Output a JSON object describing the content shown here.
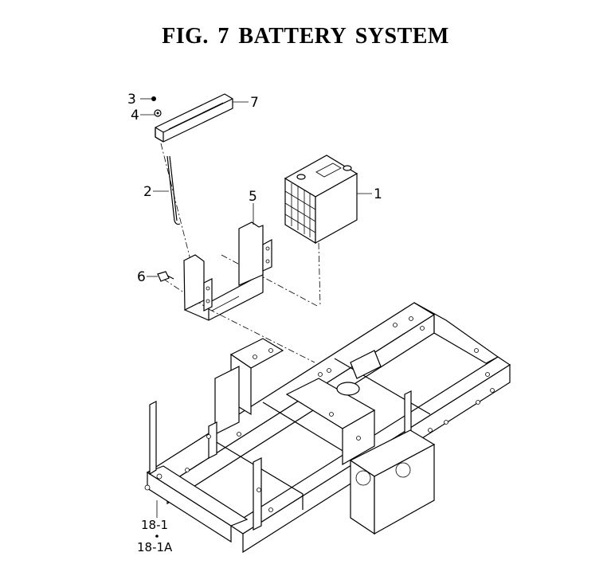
{
  "title": "FIG.  7  BATTERY SYSTEM",
  "callouts": {
    "c1": "1",
    "c2": "2",
    "c3": "3",
    "c4": "4",
    "c5": "5",
    "c6": "6",
    "c7": "7",
    "c18_1": "18-1",
    "c18_1A": "18-1A"
  }
}
